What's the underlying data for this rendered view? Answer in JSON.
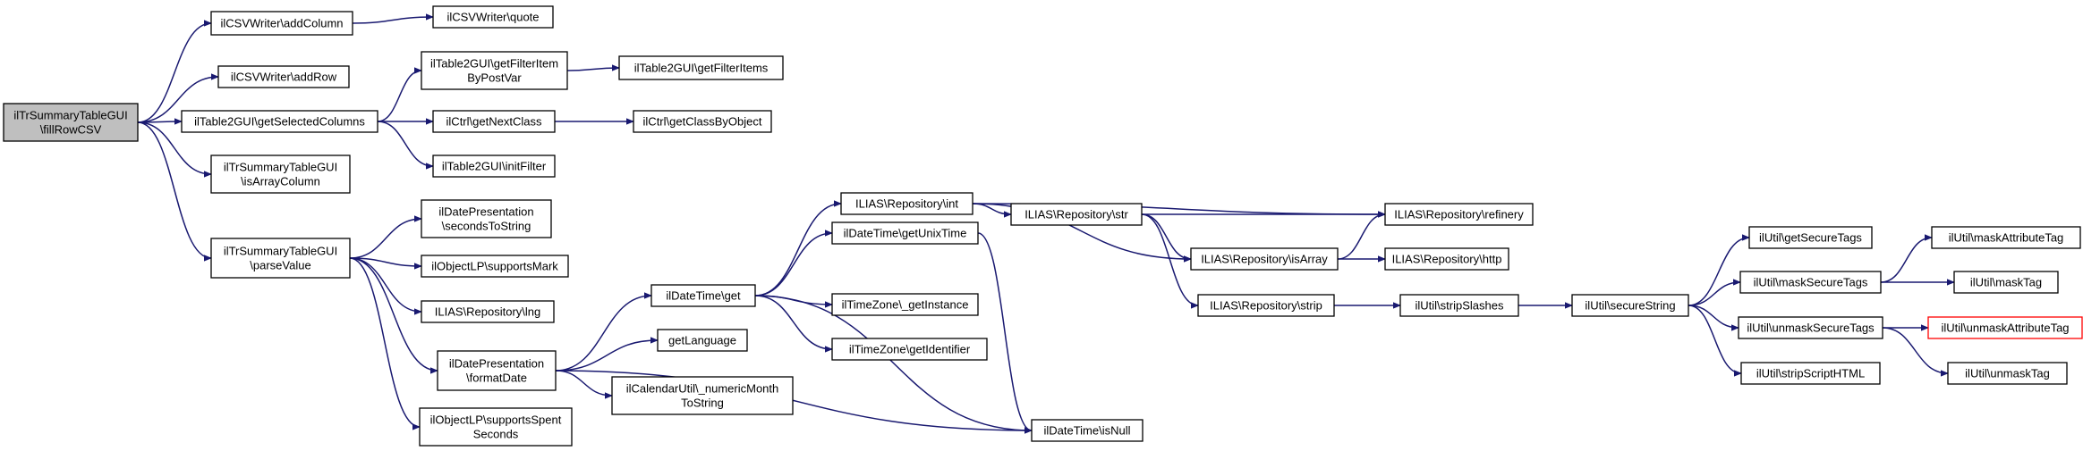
{
  "nodes": [
    {
      "id": "n0",
      "lines": [
        "ilTrSummaryTableGUI",
        "\\fillRowCSV"
      ],
      "highlight": true
    },
    {
      "id": "n1",
      "lines": [
        "ilCSVWriter\\addColumn"
      ]
    },
    {
      "id": "n2",
      "lines": [
        "ilCSVWriter\\quote"
      ]
    },
    {
      "id": "n3",
      "lines": [
        "ilCSVWriter\\addRow"
      ]
    },
    {
      "id": "n4",
      "lines": [
        "ilTable2GUI\\getSelectedColumns"
      ]
    },
    {
      "id": "n5",
      "lines": [
        "ilTable2GUI\\getFilterItem",
        "ByPostVar"
      ]
    },
    {
      "id": "n6",
      "lines": [
        "ilTable2GUI\\getFilterItems"
      ]
    },
    {
      "id": "n7",
      "lines": [
        "ilCtrl\\getNextClass"
      ]
    },
    {
      "id": "n8",
      "lines": [
        "ilCtrl\\getClassByObject"
      ]
    },
    {
      "id": "n9",
      "lines": [
        "ilTable2GUI\\initFilter"
      ]
    },
    {
      "id": "n10",
      "lines": [
        "ilTrSummaryTableGUI",
        "\\isArrayColumn"
      ]
    },
    {
      "id": "n11",
      "lines": [
        "ilTrSummaryTableGUI",
        "\\parseValue"
      ]
    },
    {
      "id": "n12",
      "lines": [
        "ilDatePresentation",
        "\\secondsToString"
      ]
    },
    {
      "id": "n13",
      "lines": [
        "ilObjectLP\\supportsMark"
      ]
    },
    {
      "id": "n14",
      "lines": [
        "ILIAS\\Repository\\lng"
      ]
    },
    {
      "id": "n15",
      "lines": [
        "ilDatePresentation",
        "\\formatDate"
      ]
    },
    {
      "id": "n16",
      "lines": [
        "ilObjectLP\\supportsSpent",
        "Seconds"
      ]
    },
    {
      "id": "n17",
      "lines": [
        "ilDateTime\\get"
      ]
    },
    {
      "id": "n18",
      "lines": [
        "getLanguage"
      ]
    },
    {
      "id": "n19",
      "lines": [
        "ilCalendarUtil\\_numericMonth",
        "ToString"
      ]
    },
    {
      "id": "n20",
      "lines": [
        "ILIAS\\Repository\\int"
      ]
    },
    {
      "id": "n21",
      "lines": [
        "ilDateTime\\getUnixTime"
      ]
    },
    {
      "id": "n22",
      "lines": [
        "ilTimeZone\\_getInstance"
      ]
    },
    {
      "id": "n23",
      "lines": [
        "ilTimeZone\\getIdentifier"
      ]
    },
    {
      "id": "n24",
      "lines": [
        "ilDateTime\\isNull"
      ]
    },
    {
      "id": "n25",
      "lines": [
        "ILIAS\\Repository\\str"
      ]
    },
    {
      "id": "n26",
      "lines": [
        "ILIAS\\Repository\\refinery"
      ]
    },
    {
      "id": "n27",
      "lines": [
        "ILIAS\\Repository\\isArray"
      ]
    },
    {
      "id": "n28",
      "lines": [
        "ILIAS\\Repository\\http"
      ]
    },
    {
      "id": "n29",
      "lines": [
        "ILIAS\\Repository\\strip"
      ]
    },
    {
      "id": "n30",
      "lines": [
        "ilUtil\\stripSlashes"
      ]
    },
    {
      "id": "n31",
      "lines": [
        "ilUtil\\secureString"
      ]
    },
    {
      "id": "n32",
      "lines": [
        "ilUtil\\getSecureTags"
      ]
    },
    {
      "id": "n33",
      "lines": [
        "ilUtil\\maskSecureTags"
      ]
    },
    {
      "id": "n34",
      "lines": [
        "ilUtil\\maskAttributeTag"
      ]
    },
    {
      "id": "n35",
      "lines": [
        "ilUtil\\maskTag"
      ]
    },
    {
      "id": "n36",
      "lines": [
        "ilUtil\\unmaskSecureTags"
      ]
    },
    {
      "id": "n37",
      "lines": [
        "ilUtil\\unmaskAttributeTag"
      ],
      "red_border": true
    },
    {
      "id": "n38",
      "lines": [
        "ilUtil\\unmaskTag"
      ]
    },
    {
      "id": "n39",
      "lines": [
        "ilUtil\\stripScriptHTML"
      ]
    }
  ],
  "edges": [
    [
      "n0",
      "n1"
    ],
    [
      "n0",
      "n3"
    ],
    [
      "n0",
      "n4"
    ],
    [
      "n0",
      "n10"
    ],
    [
      "n0",
      "n11"
    ],
    [
      "n1",
      "n2"
    ],
    [
      "n4",
      "n5"
    ],
    [
      "n4",
      "n7"
    ],
    [
      "n4",
      "n9"
    ],
    [
      "n5",
      "n6"
    ],
    [
      "n7",
      "n8"
    ],
    [
      "n11",
      "n12"
    ],
    [
      "n11",
      "n13"
    ],
    [
      "n11",
      "n14"
    ],
    [
      "n11",
      "n15"
    ],
    [
      "n11",
      "n16"
    ],
    [
      "n15",
      "n17"
    ],
    [
      "n15",
      "n18"
    ],
    [
      "n15",
      "n19"
    ],
    [
      "n15",
      "n24"
    ],
    [
      "n17",
      "n20"
    ],
    [
      "n17",
      "n21"
    ],
    [
      "n17",
      "n22"
    ],
    [
      "n17",
      "n23"
    ],
    [
      "n17",
      "n24"
    ],
    [
      "n20",
      "n25"
    ],
    [
      "n20",
      "n26"
    ],
    [
      "n20",
      "n27"
    ],
    [
      "n21",
      "n24"
    ],
    [
      "n25",
      "n26"
    ],
    [
      "n25",
      "n27"
    ],
    [
      "n25",
      "n29"
    ],
    [
      "n27",
      "n26"
    ],
    [
      "n27",
      "n28"
    ],
    [
      "n29",
      "n30"
    ],
    [
      "n30",
      "n31"
    ],
    [
      "n31",
      "n32"
    ],
    [
      "n31",
      "n33"
    ],
    [
      "n31",
      "n36"
    ],
    [
      "n31",
      "n39"
    ],
    [
      "n33",
      "n34"
    ],
    [
      "n33",
      "n35"
    ],
    [
      "n36",
      "n37"
    ],
    [
      "n36",
      "n38"
    ]
  ],
  "colors": {
    "edge": "#191970",
    "root_fill": "#bfbfbf",
    "node_fill": "#ffffff",
    "node_border": "#000000",
    "red_border": "#ff0000"
  }
}
